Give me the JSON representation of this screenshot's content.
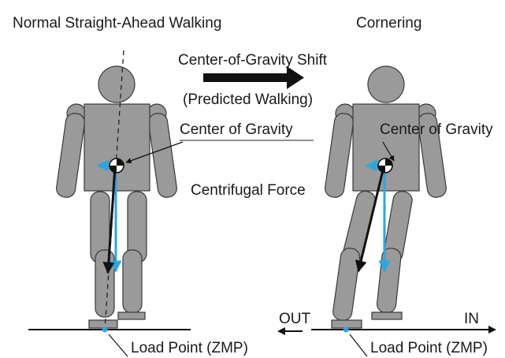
{
  "titles": {
    "left": "Normal Straight-Ahead Walking",
    "right": "Cornering"
  },
  "shift": {
    "line1": "Center-of-Gravity Shift",
    "line2": "(Predicted Walking)"
  },
  "labels": {
    "cog_left": "Center of Gravity",
    "cog_right": "Center of Gravity",
    "centrifugal": "Centrifugal Force",
    "zmp_left": "Load Point (ZMP)",
    "zmp_right": "Load Point (ZMP)",
    "out": "OUT",
    "in": "IN"
  },
  "colors": {
    "robot_fill": "#9a9a9a",
    "robot_stroke": "#3a3a3a",
    "force_blue": "#2aa7e0",
    "force_black": "#111111",
    "text": "#1a1a1a"
  },
  "icons": {
    "shift_arrow": "right-arrow-icon",
    "cog_marker": "center-of-gravity-icon",
    "out_arrow": "left-arrow-icon",
    "in_arrow": "right-arrow-icon"
  }
}
